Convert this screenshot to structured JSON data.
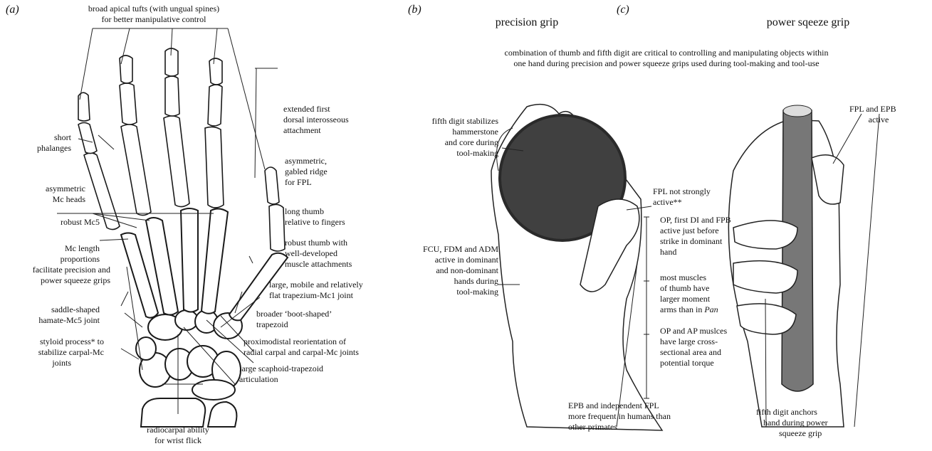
{
  "panels": {
    "a": {
      "label": "(a)",
      "labels": {
        "tufts": "broad apical tufts  (with ungual spines)",
        "tufts2": "for better manipulative control",
        "short1": "short",
        "short2": "phalanges",
        "interos1": "extended first",
        "interos2": "dorsal interosseous",
        "interos3": "attachment",
        "asym_ridge1": "asymmetric,",
        "asym_ridge2": "gabled ridge",
        "asym_ridge3": "for FPL",
        "asym_mc1": "asymmetric",
        "asym_mc2": "Mc heads",
        "long1": "long thumb",
        "long2": "relative to fingers",
        "robust_mc5": "robust Mc5",
        "robust_thumb1": "robust thumb with",
        "robust_thumb2": "well-developed",
        "robust_thumb3": "muscle attachments",
        "mc_len1": "Mc length",
        "mc_len2": "proportions",
        "mc_len3": "facilitate precision and",
        "mc_len4": "power squeeze grips",
        "trapezium": "large, mobile and relatively",
        "trapezium2": "flat trapezium-Mc1 joint",
        "saddle1": "saddle-shaped",
        "saddle2": "hamate-Mc5 joint",
        "boot1": "broader ‘boot-shaped’",
        "boot2": "trapezoid",
        "prox1": "proximodistal reorientation of",
        "prox2": "radial carpal and carpal-Mc joints",
        "styloid1": "styloid process* to",
        "styloid2": "stabilize carpal-Mc",
        "styloid3": "joints",
        "scaph1": "large scaphoid-trapezoid",
        "scaph2": "articulation",
        "radio1": "radiocarpal ability",
        "radio2": "for wrist flick"
      }
    },
    "b": {
      "label": "(b)",
      "title": "precision grip",
      "labels": {
        "fifth1": "fifth digit stabilizes",
        "fifth2": "hammerstone",
        "fifth3": "and core during",
        "fifth4": "tool-making",
        "fpl1": "FPL not strongly",
        "fpl2": "active**",
        "op1": "OP, first DI and FPB",
        "op2": "active just before",
        "op3": "strike in dominant",
        "op4": "hand",
        "fcu1": "FCU, FDM and ADM",
        "fcu2": "active in dominant",
        "fcu3": "and non-dominant",
        "fcu4": "hands during",
        "fcu5": "tool-making",
        "most1": "most muscles",
        "most2": "of thumb have",
        "most3": "larger moment",
        "most4": "arms than in",
        "most4b": "Pan",
        "opap1": "OP and AP muslces",
        "opap2": "have large cross-",
        "opap3": "sectional area and",
        "opap4": "potential torque",
        "epb1": "EPB and independent FPL",
        "epb2": "more frequent in humans than",
        "epb3": "other primates"
      }
    },
    "c": {
      "label": "(c)",
      "title": "power sqeeze grip",
      "labels": {
        "fpl_epb1": "FPL and EPB",
        "fpl_epb2": "active",
        "anch1": "fifth digit anchors",
        "anch2": "hand during power",
        "anch3": "squeeze grip"
      }
    },
    "caption1": "combination of thumb and fifth digit are critical to controlling and manipulating objects within",
    "caption2": "one hand during precision and power squeeze grips used during tool-making and tool-use"
  }
}
